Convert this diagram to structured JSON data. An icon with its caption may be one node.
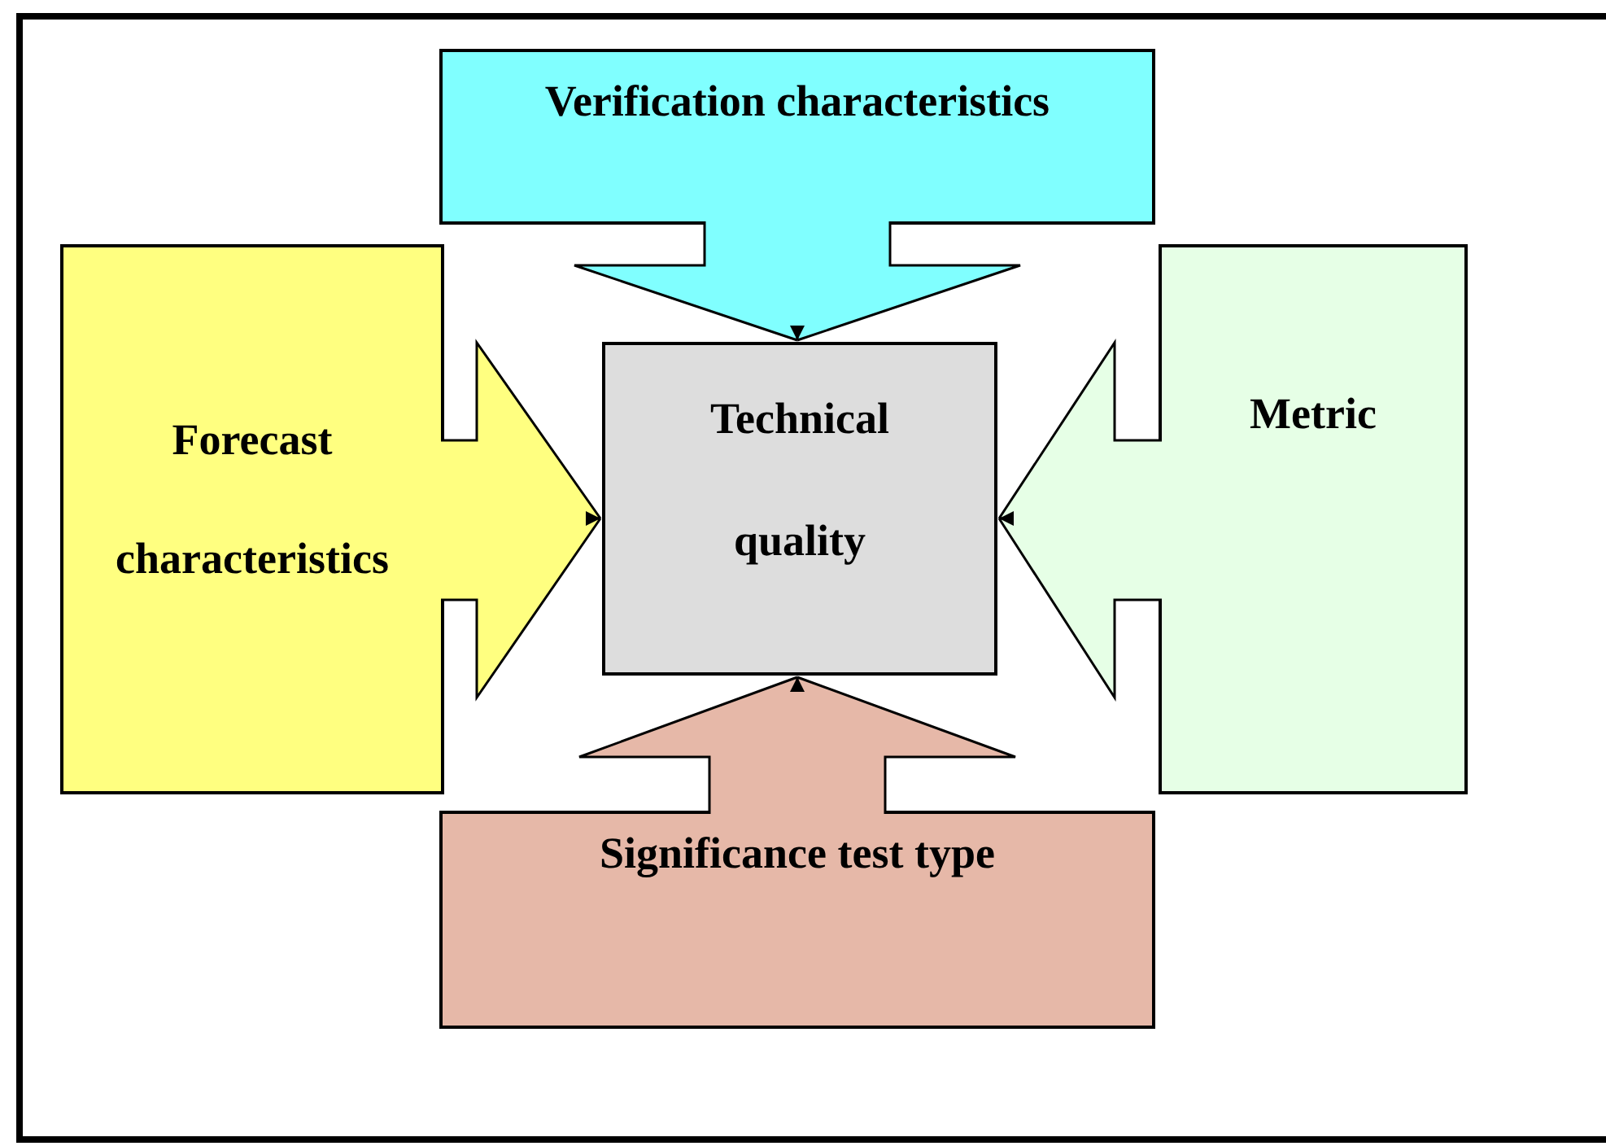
{
  "diagram": {
    "nodes": [
      {
        "text": [
          "Technical quality"
        ]
      },
      {
        "text": [
          "Verification characteristics"
        ]
      },
      {
        "text": [
          "Forecast characteristics"
        ]
      },
      {
        "text": [
          "Metric"
        ]
      },
      {
        "text": [
          "Significance test type"
        ]
      }
    ],
    "edges": [
      {
        "from": 1,
        "to": 0,
        "arrow": "to"
      },
      {
        "from": 2,
        "to": 0,
        "arrow": "to"
      },
      {
        "from": 3,
        "to": 0,
        "arrow": "to"
      },
      {
        "from": 4,
        "to": 0,
        "arrow": "to"
      }
    ]
  }
}
